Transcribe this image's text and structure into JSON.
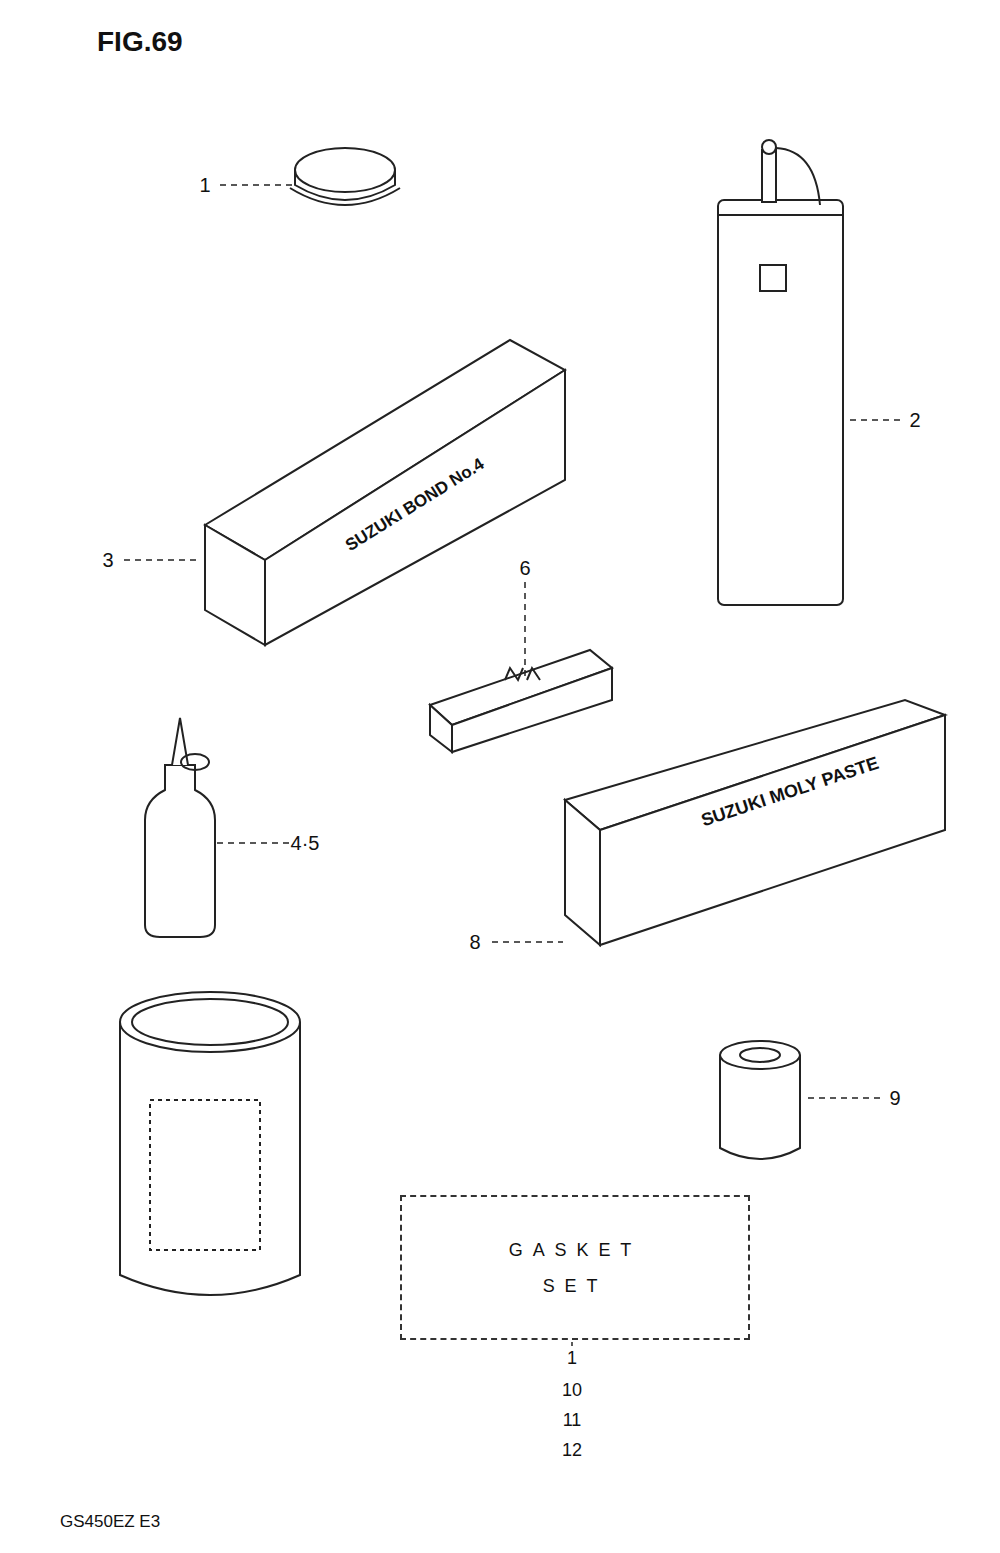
{
  "diagram": {
    "title": "FIG.69",
    "caption": "GS450EZ E3",
    "nodes": [
      {
        "text": [
          "GASKET SET"
        ]
      }
    ],
    "labels": [
      "1",
      "2",
      "3",
      "SUZUKI BOND No.4",
      "6",
      "4·5",
      "SUZUKI MOLY PASTE",
      "8",
      "9",
      "1",
      "10",
      "11",
      "12"
    ]
  }
}
